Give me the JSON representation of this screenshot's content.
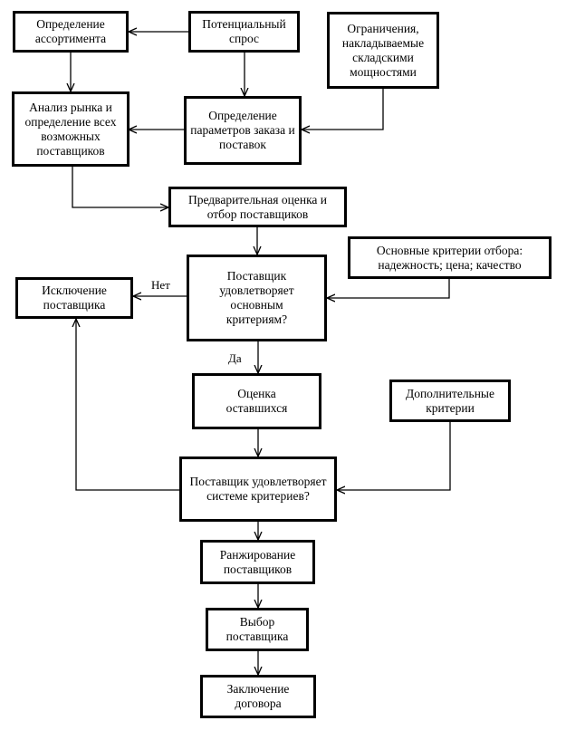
{
  "nodes": {
    "assortment": "Определение ассортимента",
    "demand": "Потенциальный спрос",
    "constraints": "Ограничения, накладываемые складскими мощностями",
    "market": "Анализ рынка и определение всех возможных поставщиков",
    "order_params": "Определение параметров заказа и поставок",
    "prelim": "Предварительная оценка и отбор поставщиков",
    "main_criteria": "Основные критерии отбора: надежность; цена; качество",
    "exclude": "Исключение поставщика",
    "decision1": "Поставщик удовлетворяет основным критериям?",
    "evaluate": "Оценка оставшихся",
    "extra_criteria": "Дополнительные критерии",
    "decision2": "Поставщик удовлетворяет системе критериев?",
    "ranking": "Ранжирование поставщиков",
    "choice": "Выбор поставщика",
    "contract": "Заключение договора"
  },
  "edge_labels": {
    "no": "Нет",
    "yes": "Да"
  }
}
